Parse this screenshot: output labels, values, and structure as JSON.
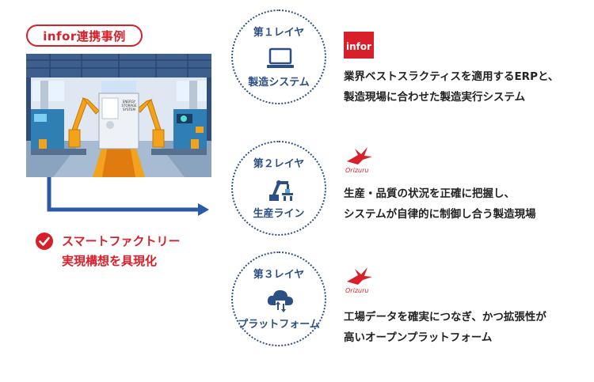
{
  "tag_label": "infor連携事例",
  "goal": {
    "line1": "スマートファクトリー",
    "line2": "実現構想を具現化"
  },
  "factory_panel_text": [
    "ENERGY",
    "STORAGE",
    "SYSTEM"
  ],
  "layers": [
    {
      "title": "第１レイヤ",
      "name": "製造システム",
      "icon": "laptop-icon",
      "brand": "infor",
      "brand_text": "infor",
      "desc1": "業界ベストスラクティスを適用するERPと、",
      "desc2": "製造現場に合わせた製造実行システム"
    },
    {
      "title": "第２レイヤ",
      "name": "生産ライン",
      "icon": "robot-arm-icon",
      "brand": "orizuru",
      "brand_text": "Orizuru",
      "desc1": "生産・品質の状況を正確に把握し、",
      "desc2": "システムが自律的に制御し合う製造現場"
    },
    {
      "title": "第３レイヤ",
      "name": "プラットフォーム",
      "icon": "cloud-sync-icon",
      "brand": "orizuru",
      "brand_text": "Orizuru",
      "desc1": "工場データを確実につなぎ、かつ拡張性が",
      "desc2": "高いオープンプラットフォーム"
    }
  ],
  "colors": {
    "accent_red": "#d8202a",
    "navy": "#2c4f84",
    "arrow_blue": "#2a5aa5"
  }
}
